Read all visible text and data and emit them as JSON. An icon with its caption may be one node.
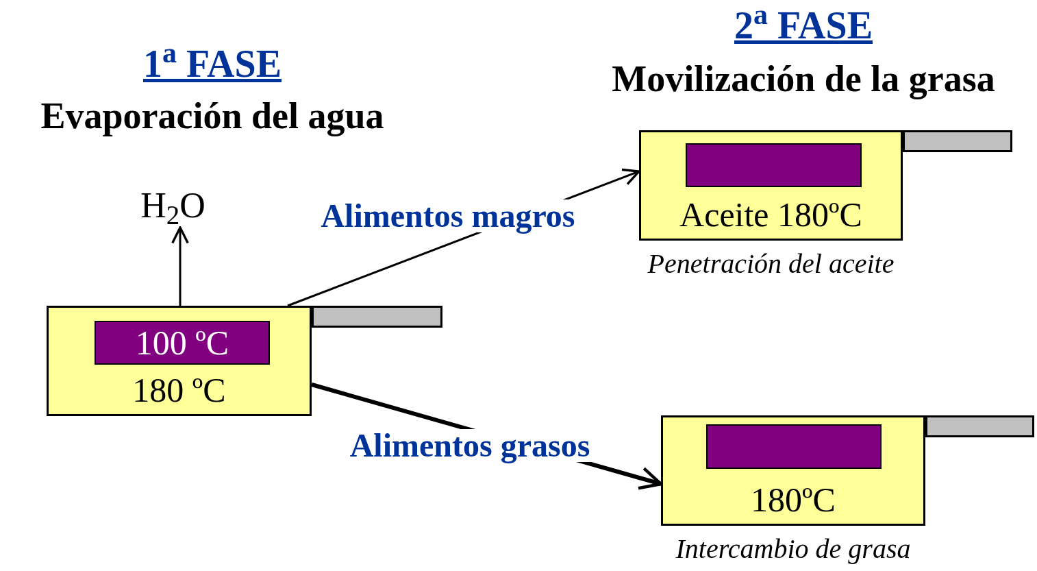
{
  "diagram": {
    "nodes": [
      {
        "text": [
          "180 ºC"
        ]
      },
      {
        "text": [
          "100 ºC"
        ],
        "in": 0
      },
      {
        "text": [],
        "shape": "bar"
      },
      {
        "text": [
          "H$_{2}$O"
        ]
      },
      {
        "text": [
          "Aceite 180ºC"
        ],
        "beside": [
          "Penetración del aceite"
        ]
      },
      {
        "text": [],
        "shape": "box",
        "in": 4
      },
      {
        "text": [],
        "shape": "bar"
      },
      {
        "text": [
          "180ºC"
        ],
        "beside": [
          "Intercambio de grasa"
        ]
      },
      {
        "text": [],
        "shape": "box",
        "in": 7
      },
      {
        "text": [],
        "shape": "bar"
      }
    ],
    "edges": [
      {
        "from": 1,
        "to": 3,
        "arrow": "to"
      },
      {
        "from": 0,
        "to": 4,
        "arrow": "to",
        "label": "Alimentos magros"
      },
      {
        "from": 0,
        "to": 7,
        "arrow": "to",
        "label": "Alimentos grasos",
        "style": "thick"
      }
    ],
    "labels": [
      "1$^{a}$ FASE",
      "Evaporación del agua",
      "2$^{a}$ FASE",
      "Movilización de la grasa"
    ]
  }
}
